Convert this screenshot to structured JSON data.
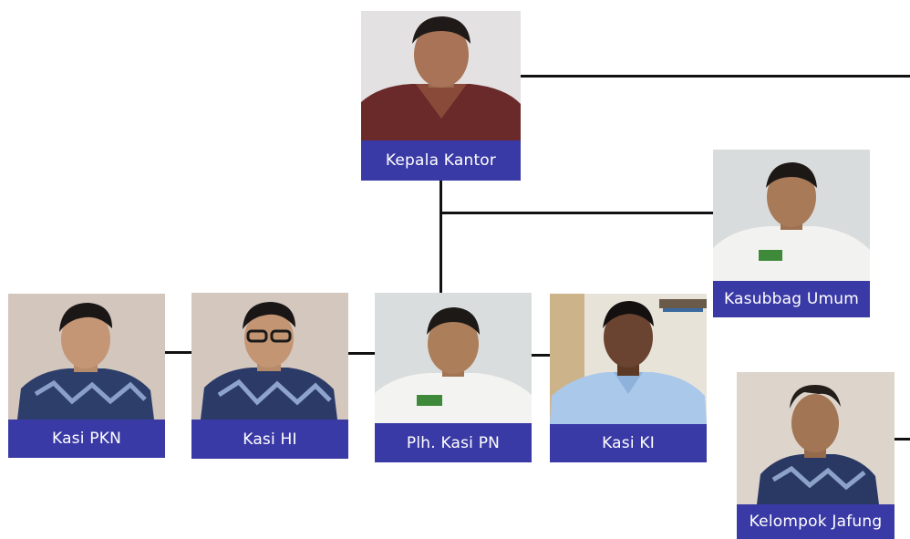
{
  "accent_color": "#3a3aa6",
  "line_color": "#111111",
  "nodes": [
    {
      "id": "kepala",
      "title": "Kepala Kantor",
      "photo": "portrait-batik-red"
    },
    {
      "id": "kasubbag",
      "title": "Kasubbag Umum",
      "photo": "portrait-white-uniform"
    },
    {
      "id": "pkn",
      "title": "Kasi PKN",
      "photo": "portrait-batik-blue"
    },
    {
      "id": "hi",
      "title": "Kasi HI",
      "photo": "portrait-batik-blue-glasses"
    },
    {
      "id": "pn",
      "title": "Plh. Kasi PN",
      "photo": "portrait-white-uniform"
    },
    {
      "id": "ki",
      "title": "Kasi KI",
      "photo": "portrait-light-blue-shirt"
    },
    {
      "id": "jafung",
      "title": "Kelompok Jafung",
      "photo": "portrait-batik-blue"
    }
  ]
}
